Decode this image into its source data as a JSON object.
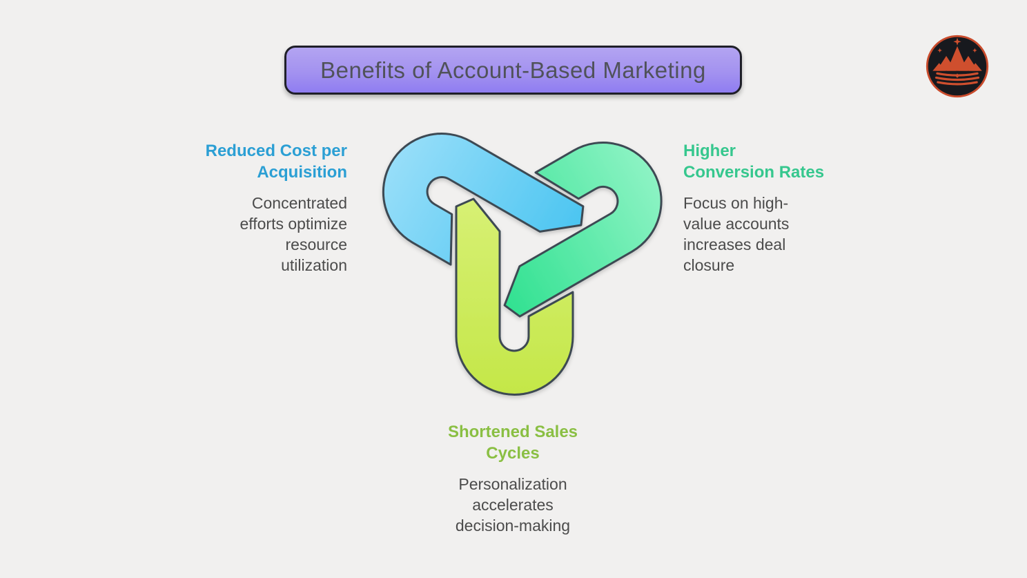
{
  "background_color": "#f1f0ef",
  "title": {
    "text": "Benefits of Account-Based Marketing",
    "fill_top": "#b3a4f1",
    "fill_bottom": "#8f7df1",
    "border_color": "#1f1f28",
    "text_color": "#50525a"
  },
  "brand": {
    "icon": "mountain-crown-logo",
    "ring_color": "#c94b2c",
    "emblem_color": "#cf4f2e",
    "badge_color": "#17191e"
  },
  "knot": {
    "outline_color": "#3e4a53",
    "pieces": [
      {
        "name": "blue-loop",
        "gradient_light": "#97def9",
        "gradient_dark": "#4cc5f1"
      },
      {
        "name": "green-loop",
        "gradient_light": "#8df3c4",
        "gradient_dark": "#31e191"
      },
      {
        "name": "yellow-green-loop",
        "gradient_light": "#d7f074",
        "gradient_dark": "#c4e748"
      }
    ]
  },
  "benefits": [
    {
      "id": "reduced-cost-per-acquisition",
      "heading_color": "#2b9fd4",
      "heading_lines": [
        "Reduced Cost per",
        "Acquisition"
      ],
      "body_lines": [
        "Concentrated",
        "efforts optimize",
        "resource",
        "utilization"
      ]
    },
    {
      "id": "higher-conversion-rates",
      "heading_color": "#36c78e",
      "heading_lines": [
        "Higher",
        "Conversion Rates"
      ],
      "body_lines": [
        "Focus on high-",
        "value accounts",
        "increases deal",
        "closure"
      ]
    },
    {
      "id": "shortened-sales-cycles",
      "heading_color": "#8abf43",
      "heading_lines": [
        "Shortened Sales",
        "Cycles"
      ],
      "body_lines": [
        "Personalization",
        "accelerates",
        "decision-making"
      ]
    }
  ]
}
